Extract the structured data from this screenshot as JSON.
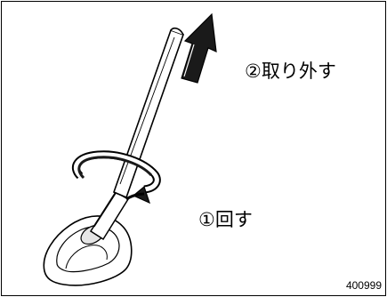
{
  "steps": {
    "remove_label": "②取り外す",
    "rotate_label": "①回す"
  },
  "figure": {
    "number": "400999"
  },
  "colors": {
    "ink": "#000000",
    "paper": "#ffffff",
    "dark_fill": "#1a1a1a",
    "shade": "#d0d0d0"
  },
  "icons": {
    "up_arrow": "up-arrow-icon",
    "rotate_arrow": "rotate-arrow-icon"
  }
}
